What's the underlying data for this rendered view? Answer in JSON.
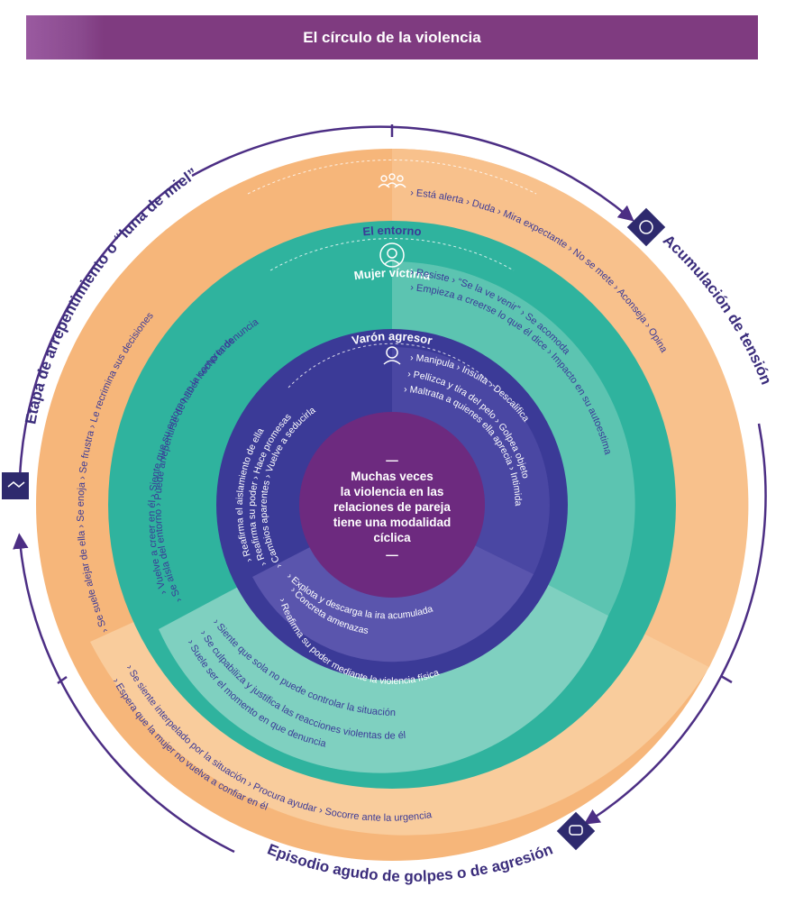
{
  "title": "El círculo de la violencia",
  "phases": {
    "tension": "Acumulación de tensión",
    "acute": "Episodio agudo de golpes o de agresión",
    "honeymoon": "Etapa de arrepentimiento o “luna de miel”"
  },
  "layers": {
    "entorno": {
      "label": "El entorno",
      "tension": [
        "Está alerta",
        "Duda",
        "Mira expectante",
        "No se mete",
        "Aconseja",
        "Opina"
      ],
      "acute_line1": "Se siente interpelado por la situación",
      "acute_line2": "Procura ayudar",
      "acute_line3": "Socorre ante la urgencia",
      "acute_line4": "Espera que la mujer no vuelva a confiar en él",
      "honeymoon": [
        "Se suele alejar de ella",
        "Se enoja",
        "Se frustra",
        "Le recrimina sus decisiones"
      ]
    },
    "mujer": {
      "label": "Mujer víctima",
      "tension_line1": "Resiste",
      "tension_line1b": "“Se la ve venir”",
      "tension_line1c": "Se acomoda",
      "tension_line2": "Empieza a creerse lo que él dice",
      "tension_line2b": "Impacto en su autoestima",
      "acute_line1": "Siente que sola no puede controlar la situación",
      "acute_line2": "Se culpabiliza y justifica las reacciones violentas de él",
      "acute_line3": "Suele ser el momento en que denuncia",
      "honeymoon_line1": "Vuelve a creer en él",
      "honeymoon_line1b": "Siente que su entorno no la comprende",
      "honeymoon_line2": "Se aísla del entorno",
      "honeymoon_line2b": "Puede arrepentirse de haber hecho la denuncia"
    },
    "varon": {
      "label": "Varón agresor",
      "tension_line1": "Manipula",
      "tension_line1b": "Insulta",
      "tension_line1c": "Descalifica",
      "tension_line2": "Pellizca y tira del pelo",
      "tension_line2b": "Golpea objetos",
      "tension_line3": "Maltrata a quienes ella aprecia",
      "tension_line3b": "Intimida",
      "acute_line1": "Explota y descarga la ira acumulada",
      "acute_line2": "Concreta amenazas",
      "acute_line3": "Reafirma su poder mediante la violencia física",
      "honeymoon_line1": "Reafirma el aislamiento de ella",
      "honeymoon_line2": "Reafirma su poder",
      "honeymoon_line2b": "Hace promesas",
      "honeymoon_line3": "Cambios aparentes",
      "honeymoon_line3b": "Vuelve a seducirla"
    }
  },
  "center": {
    "dash": "—",
    "lines": [
      "Muchas veces",
      "la violencia en las",
      "relaciones de pareja",
      "tiene una modalidad",
      "cíclica"
    ]
  },
  "icons": {
    "entorno": "people-icon",
    "mujer": "woman-icon",
    "varon": "man-icon",
    "tension": "angry-face-icon",
    "acute": "fist-icon",
    "honeymoon": "handshake-icon"
  },
  "colors": {
    "title_bg": "#7f3b80",
    "outer": "#f6b67a",
    "outer_light": "#f9cc9c",
    "middle": "#2fb39e",
    "middle_light": "#7fd0c0",
    "inner": "#3b3a97",
    "inner_light": "#5a55ad",
    "core": "#6d2a7f",
    "cycle": "#4c2e84"
  }
}
